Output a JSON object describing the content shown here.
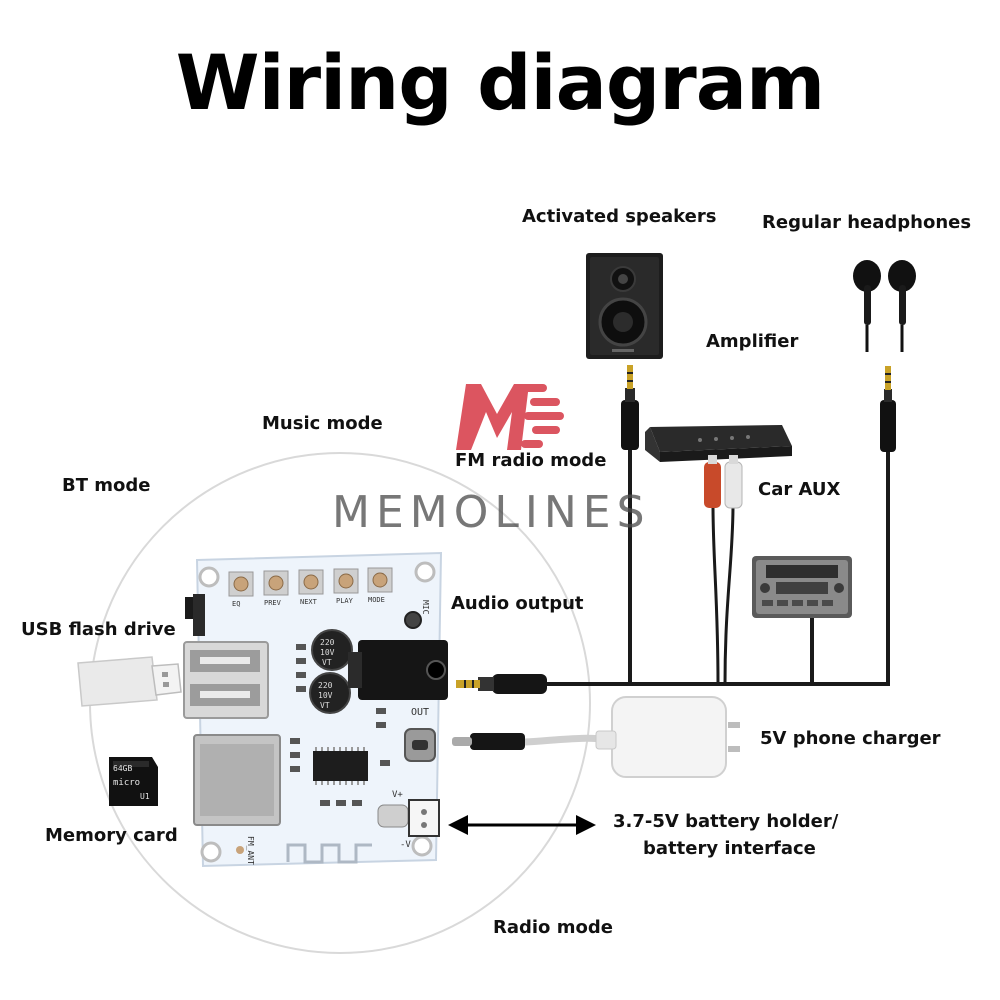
{
  "title": "Wiring diagram",
  "labels": {
    "activated_speakers": "Activated speakers",
    "regular_headphones": "Regular headphones",
    "amplifier": "Amplifier",
    "music_mode": "Music mode",
    "fm_radio_mode": "FM radio mode",
    "bt_mode": "BT mode",
    "car_aux": "Car AUX",
    "audio_output": "Audio output",
    "usb_flash_drive": "USB flash drive",
    "five_v_phone_charger": "5V phone charger",
    "memory_card": "Memory card",
    "battery_line1": "3.7-5V battery holder/",
    "battery_line2": "battery interface",
    "radio_mode": "Radio mode"
  },
  "watermark": "MEMOLINES",
  "board_text": {
    "out": "OUT",
    "mic": "MIC",
    "fm_ant": "FM_ANT",
    "cap_value": "220",
    "cap_voltage": "10V",
    "cap_series": "VT",
    "btn1": "EQ",
    "btn2": "PREV",
    "btn3": "NEXT",
    "btn4": "PLAY",
    "btn5": "MODE",
    "v_plus": "V+",
    "v_minus": "-V"
  },
  "sd_card_text": {
    "capacity": "64GB",
    "brand": "micro",
    "class": "U1"
  },
  "colors": {
    "pcb": "#eef4fb",
    "cable": "#1a1a1a",
    "arrow": "#000000",
    "circle": "#d9d9d9",
    "rca_red": "#c84a2a",
    "rca_white": "#e8e8e8",
    "logo": "#d8434f"
  }
}
